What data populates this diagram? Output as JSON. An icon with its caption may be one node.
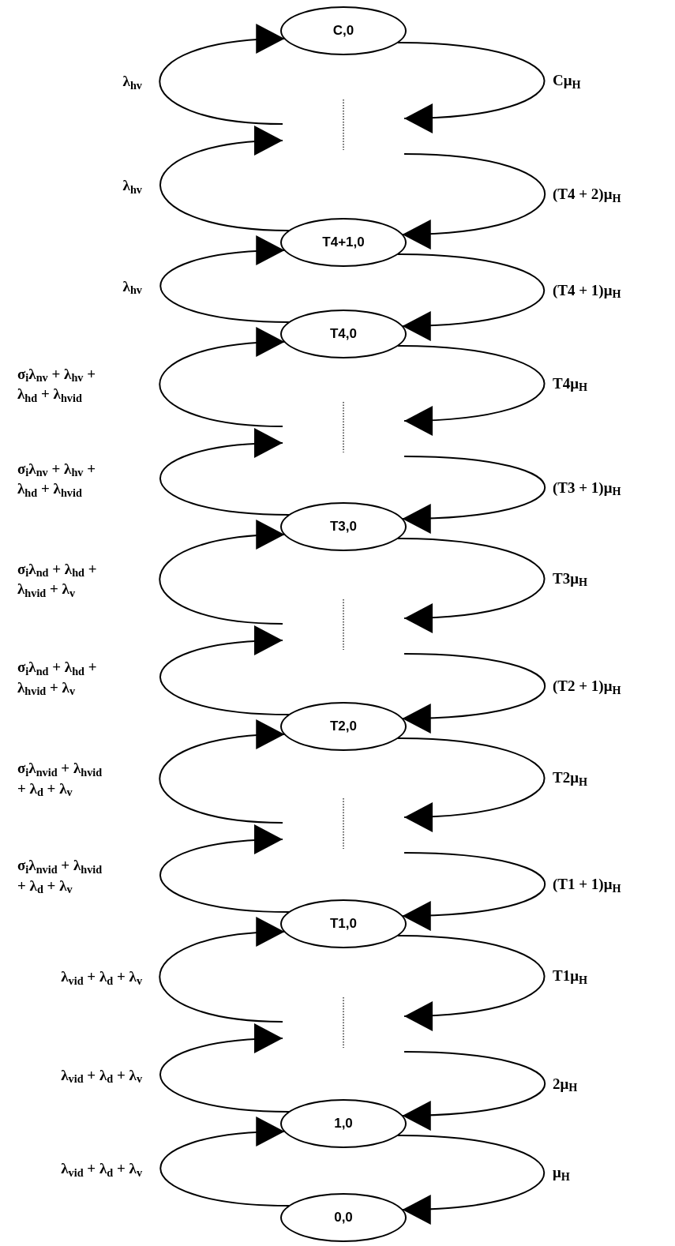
{
  "diagram": {
    "nodes": [
      {
        "text": [
          "C,0"
        ]
      },
      {
        "text": [
          "T4+1,0"
        ]
      },
      {
        "text": [
          "T4,0"
        ]
      },
      {
        "text": [
          "T3,0"
        ]
      },
      {
        "text": [
          "T2,0"
        ]
      },
      {
        "text": [
          "T1,0"
        ]
      },
      {
        "text": [
          "1,0"
        ]
      },
      {
        "text": [
          "0,0"
        ]
      }
    ],
    "edges": [
      {
        "from": null,
        "to": 0,
        "arrow": "to",
        "label": "λ$_{hv}$"
      },
      {
        "from": 0,
        "to": null,
        "arrow": "to",
        "label": "Cμ$_{H}$"
      },
      {
        "from": 1,
        "to": null,
        "arrow": "to",
        "label": "λ$_{hv}$"
      },
      {
        "from": null,
        "to": 1,
        "arrow": "to",
        "label": "(T4 + 2)μ$_{H}$"
      },
      {
        "from": 2,
        "to": 1,
        "arrow": "to",
        "label": "λ$_{hv}$"
      },
      {
        "from": 1,
        "to": 2,
        "arrow": "to",
        "label": "(T4 + 1)μ$_{H}$"
      },
      {
        "from": null,
        "to": 2,
        "arrow": "to",
        "label": "σ$_{i}$λ$_{nv}$ + λ$_{hv}$ + λ$_{hd}$ + λ$_{hvid}$"
      },
      {
        "from": 2,
        "to": null,
        "arrow": "to",
        "label": "T4μ$_{H}$"
      },
      {
        "from": 3,
        "to": null,
        "arrow": "to",
        "label": "σ$_{i}$λ$_{nv}$ + λ$_{hv}$ + λ$_{hd}$ + λ$_{hvid}$"
      },
      {
        "from": null,
        "to": 3,
        "arrow": "to",
        "label": "(T3 + 1)μ$_{H}$"
      },
      {
        "from": null,
        "to": 3,
        "arrow": "to",
        "label": "σ$_{i}$λ$_{nd}$ + λ$_{hd}$ + λ$_{hvid}$ + λ$_{v}$"
      },
      {
        "from": 3,
        "to": null,
        "arrow": "to",
        "label": "T3μ$_{H}$"
      },
      {
        "from": 4,
        "to": null,
        "arrow": "to",
        "label": "σ$_{i}$λ$_{nd}$ + λ$_{hd}$ + λ$_{hvid}$ + λ$_{v}$"
      },
      {
        "from": null,
        "to": 4,
        "arrow": "to",
        "label": "(T2 + 1)μ$_{H}$"
      },
      {
        "from": null,
        "to": 4,
        "arrow": "to",
        "label": "σ$_{i}$λ$_{nvid}$ + λ$_{hvid}$ + λ$_{d}$ + λ$_{v}$"
      },
      {
        "from": 4,
        "to": null,
        "arrow": "to",
        "label": "T2μ$_{H}$"
      },
      {
        "from": 5,
        "to": null,
        "arrow": "to",
        "label": "σ$_{i}$λ$_{nvid}$ + λ$_{hvid}$ + λ$_{d}$ + λ$_{v}$"
      },
      {
        "from": null,
        "to": 5,
        "arrow": "to",
        "label": "(T1 + 1)μ$_{H}$"
      },
      {
        "from": null,
        "to": 5,
        "arrow": "to",
        "label": "λ$_{vid}$ + λ$_{d}$ + λ$_{v}$"
      },
      {
        "from": 5,
        "to": null,
        "arrow": "to",
        "label": "T1μ$_{H}$"
      },
      {
        "from": 6,
        "to": null,
        "arrow": "to",
        "label": "λ$_{vid}$ + λ$_{d}$ + λ$_{v}$"
      },
      {
        "from": null,
        "to": 6,
        "arrow": "to",
        "label": "2μ$_{H}$"
      },
      {
        "from": 7,
        "to": 6,
        "arrow": "to",
        "label": "λ$_{vid}$ + λ$_{d}$ + λ$_{v}$"
      },
      {
        "from": 6,
        "to": 7,
        "arrow": "to",
        "label": "μ$_{H}$"
      }
    ]
  }
}
